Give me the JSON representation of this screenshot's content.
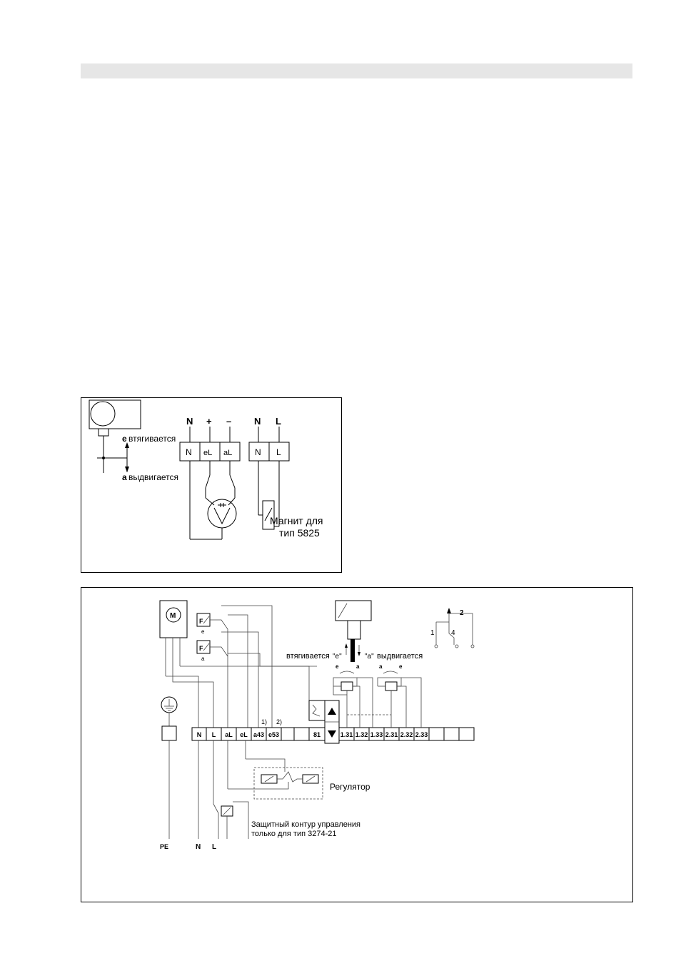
{
  "diagram1": {
    "labels": {
      "e_letter": "e",
      "pull_in": "втягивается",
      "a_letter": "a",
      "push_out": "выдвигается",
      "magnet": "Магнит для",
      "magnet_type": "тип 5825"
    },
    "top_terminals": [
      "N",
      "+",
      "–",
      "N",
      "L"
    ],
    "box_terminals": [
      "N",
      "eL",
      "aL",
      "N",
      "L"
    ]
  },
  "diagram2": {
    "motor": "M",
    "switch_f": "F",
    "switch_e": "e",
    "switch_a": "a",
    "terminals": [
      "N",
      "L",
      "aL",
      "eL",
      "a43",
      "e53",
      "",
      "81",
      "1.31",
      "1.32",
      "1.33",
      "2.31",
      "2.32",
      "2.33",
      "",
      ""
    ],
    "notes": [
      "1)",
      "2)"
    ],
    "pull_in": "втягивается",
    "e_quote": "\"e\"",
    "a_quote": "\"a\"",
    "push_out": "выдвигается",
    "e_small": "e",
    "a_small": "a",
    "regulator": "Регулятор",
    "protect_line1": "Защитный контур управления",
    "protect_line2": "только для тип 3274-21",
    "bottom_labels": [
      "PE",
      "N",
      "L"
    ],
    "switch_numbers": [
      "1",
      "2",
      "4"
    ]
  }
}
